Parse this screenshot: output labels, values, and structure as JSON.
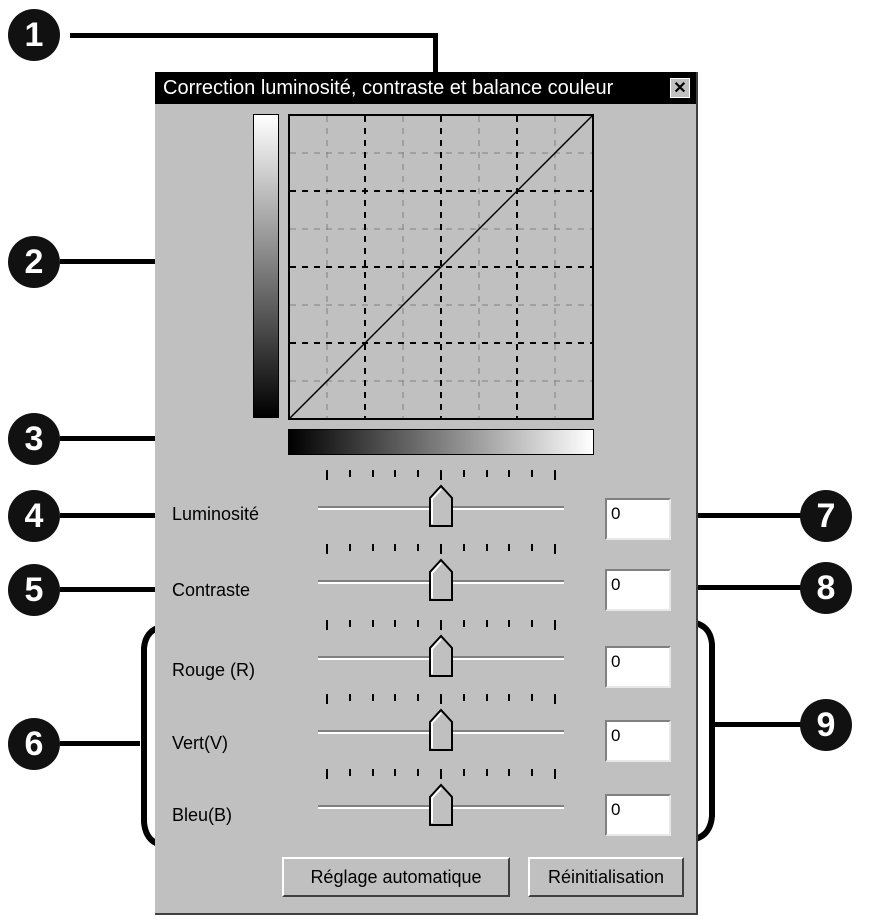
{
  "dialog": {
    "title": "Correction luminosité, contraste et balance couleur",
    "close_icon": "close-icon"
  },
  "sliders": [
    {
      "key": "luminosite",
      "label": "Luminosité",
      "value": "0"
    },
    {
      "key": "contraste",
      "label": "Contraste",
      "value": "0"
    },
    {
      "key": "rouge",
      "label": "Rouge (R)",
      "value": "0"
    },
    {
      "key": "vert",
      "label": "Vert(V)",
      "value": "0"
    },
    {
      "key": "bleu",
      "label": "Bleu(B)",
      "value": "0"
    }
  ],
  "buttons": {
    "auto": "Réglage automatique",
    "reset": "Réinitialisation"
  },
  "callouts": [
    "1",
    "2",
    "3",
    "4",
    "5",
    "6",
    "7",
    "8",
    "9"
  ],
  "colors": {
    "dialog_bg": "#c0c0c0",
    "title_bg": "#000000",
    "callout_bg": "#111111"
  }
}
